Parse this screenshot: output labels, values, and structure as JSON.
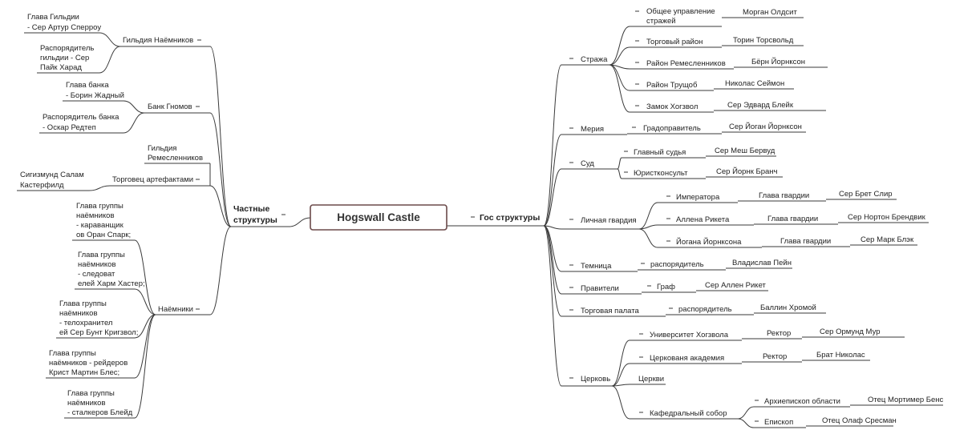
{
  "map": {
    "center": "Hogswall Castle",
    "left_label": "Частные структуры",
    "right_label": "Гос структуры",
    "guild_mercenaries": "Гильдия Наёмников",
    "guild_head": "Глава Гильдии - Сер Артур Сперроу",
    "guild_manager": "Распорядитель гильдии - Сер Пайк Харад",
    "gnome_bank": "Банк Гномов",
    "bank_head": "Глава банка - Борин Жадный",
    "bank_manager": "Распорядитель банка - Оскар Редтеп",
    "artifact_trader": "Торговец артефактами",
    "guild_craftsmen": "Гильдия Ремесленников",
    "trader_person": "Сигизмунд Салам Кастерфилд",
    "mercs": "Наёмники",
    "merc_1": "Глава группы наёмников - караванщиков Оран Спарк;",
    "merc_2": "Глава группы наёмников - следователей Харм Хастер;",
    "merc_3": "Глава группы наёмников - телохранителей Сер Бунт Кригзвол;",
    "merc_4": "Глава группы наёмников - рейдеров Крист Мартин Блес;",
    "merc_5": "Глава группы наёмников - сталкеров Блейд",
    "guard": "Стража",
    "guard_general": "Общее управление стражей",
    "guard_general_p": "Морган Олдсит",
    "guard_trade": "Торговый район",
    "guard_trade_p": "Торин Торсвольд",
    "guard_craft": "Район Ремесленников",
    "guard_craft_p": "Бёрн Йорнксон",
    "guard_slums": "Район Трущоб",
    "guard_slums_p": "Николас Сеймон",
    "guard_castle": "Замок Хогзвол",
    "guard_castle_p": "Сер Эдвард Блейк",
    "mayor": "Мерия",
    "mayor_role": "Градоправитель",
    "mayor_p": "Сер Йоган Йорнксон",
    "court": "Суд",
    "judge": "Главный судья",
    "judge_p": "Сер Меш Бервуд",
    "lawyer": "Юристконсульт",
    "lawyer_p": "Сер Йорнк Бранч",
    "personal_guard": "Личная гвардия",
    "pg_emperor": "Императора",
    "pg_emperor_role": "Глава гвардии",
    "pg_emperor_p": "Сер Брет Слир",
    "pg_allen": "Аллена Рикета",
    "pg_allen_role": "Глава гвардии",
    "pg_allen_p": "Сер Нортон Брендвик",
    "pg_yogan": "Йогана Йорнксона",
    "pg_yogan_role": "Глава гвардии",
    "pg_yogan_p": "Сер Марк Блэк",
    "dungeon": "Темница",
    "dungeon_role": "распорядитель",
    "dungeon_p": "Владислав Пейн",
    "rulers": "Правители",
    "rulers_role": "Граф",
    "rulers_p": "Сер Аллен Рикет",
    "trade_chamber": "Торговая палата",
    "trade_chamber_role": "распорядитель",
    "trade_chamber_p": "Баллин Хромой",
    "church": "Церковь",
    "university": "Университет Хогзвола",
    "university_role": "Ректор",
    "university_p": "Сер Ормунд Мур",
    "academy": "Церкованя академия",
    "academy_role": "Ректор",
    "academy_p": "Брат Николас",
    "churches": "Церкви",
    "cathedral": "Кафедральный собор",
    "archbishop": "Архиепископ области",
    "archbishop_p": "Отец Мортимер Бенс",
    "bishop": "Епископ",
    "bishop_p": "Отец Олаф Сресман"
  }
}
